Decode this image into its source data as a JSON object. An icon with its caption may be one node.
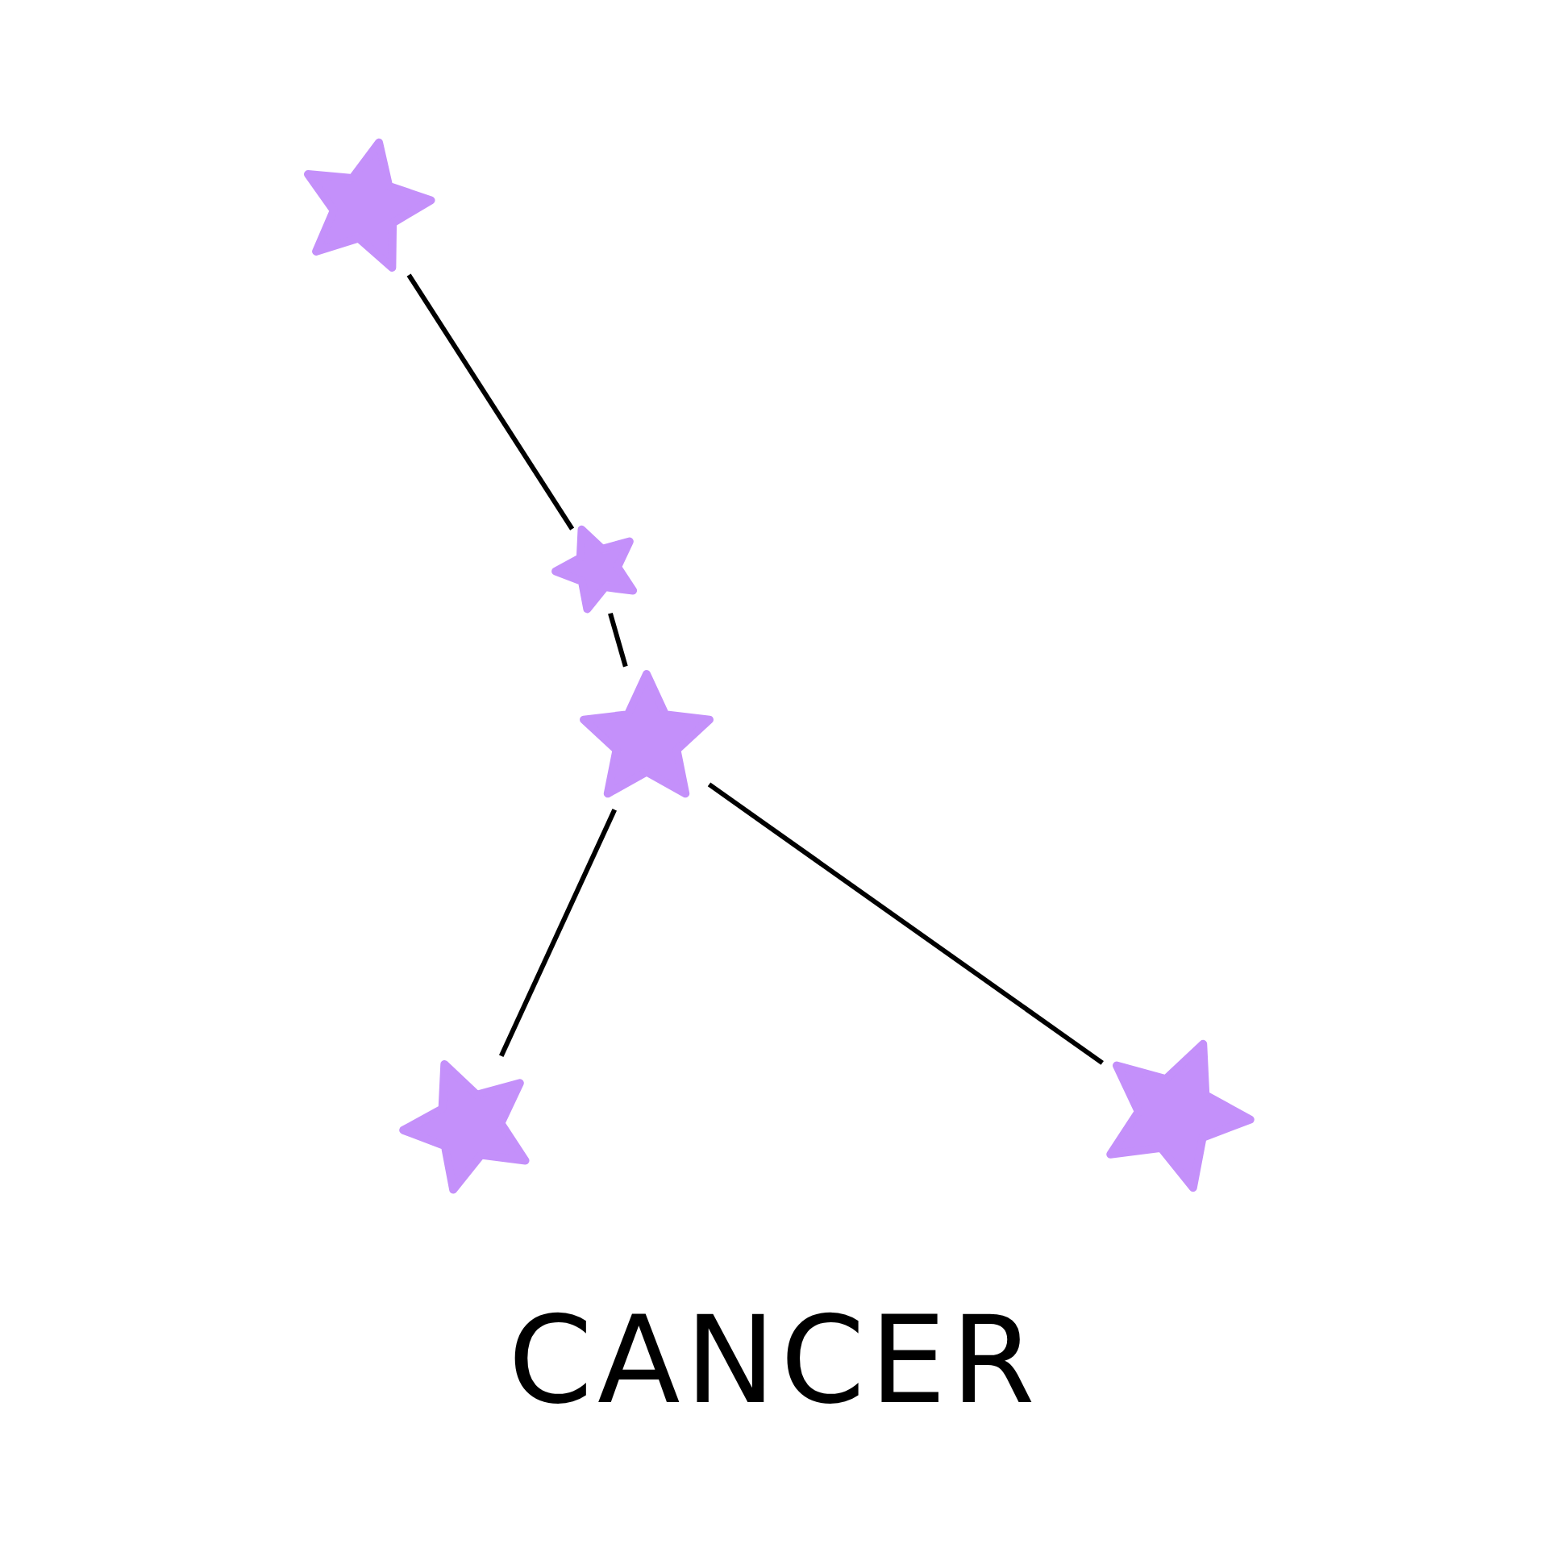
{
  "diagram": {
    "title": "CANCER",
    "nodes": [
      {
        "text": [],
        "shape": "star"
      },
      {
        "text": [],
        "shape": "star"
      },
      {
        "text": [],
        "shape": "star"
      },
      {
        "text": [],
        "shape": "star"
      },
      {
        "text": [],
        "shape": "star"
      }
    ],
    "edges": [
      {
        "from": 0,
        "to": 1,
        "arrow": "none"
      },
      {
        "from": 1,
        "to": 2,
        "arrow": "none"
      },
      {
        "from": 2,
        "to": 3,
        "arrow": "none"
      },
      {
        "from": 2,
        "to": 4,
        "arrow": "none"
      }
    ]
  }
}
